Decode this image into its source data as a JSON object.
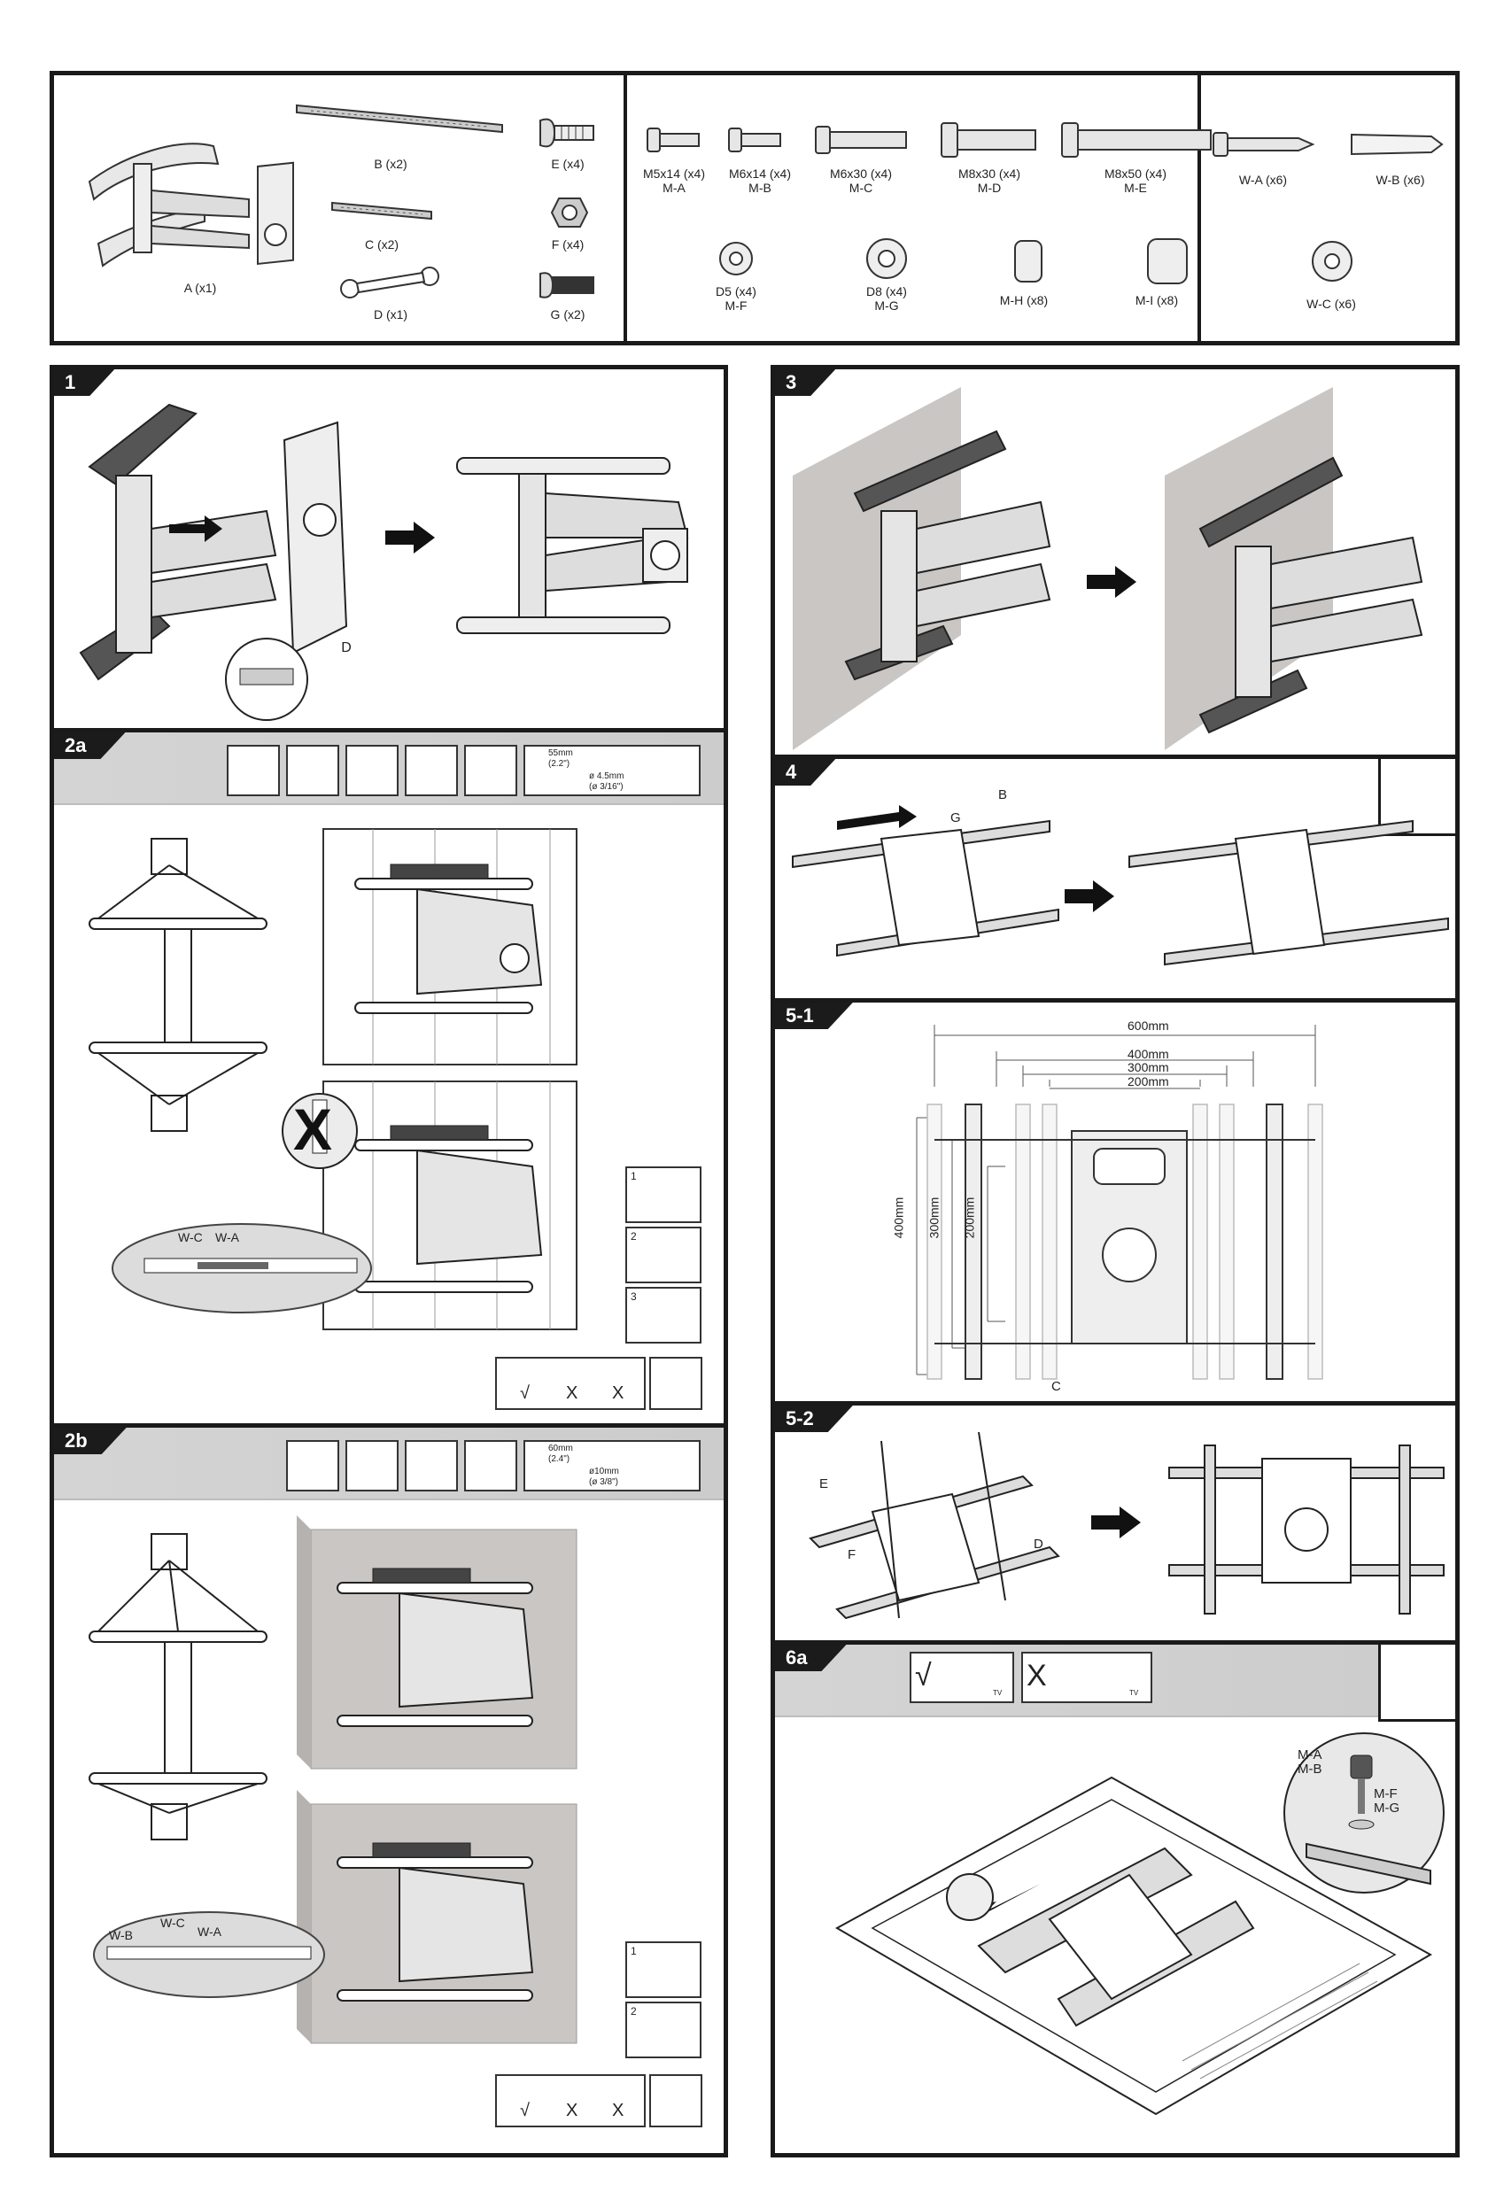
{
  "parts": {
    "A": "A (x1)",
    "B": "B (x2)",
    "C": "C (x2)",
    "D": "D (x1)",
    "E": "E (x4)",
    "F": "F (x4)",
    "G": "G (x2)",
    "M5x14": "M5x14 (x4)",
    "MA": "M-A",
    "M6x14": "M6x14 (x4)",
    "MB": "M-B",
    "M6x30": "M6x30 (x4)",
    "MC": "M-C",
    "M8x30": "M8x30 (x4)",
    "MD": "M-D",
    "M8x50": "M8x50 (x4)",
    "ME": "M-E",
    "D5": "D5 (x4)",
    "MF": "M-F",
    "D8": "D8 (x4)",
    "MG": "M-G",
    "MH": "M-H (x8)",
    "MI": "M-I (x8)",
    "WA": "W-A (x6)",
    "WB": "W-B (x6)",
    "WC": "W-C (x6)"
  },
  "steps": {
    "s1": "1",
    "s2a": "2a",
    "s2b": "2b",
    "s3": "3",
    "s4": "4",
    "s51": "5-1",
    "s52": "5-2",
    "s6a": "6a"
  },
  "labels": {
    "D": "D",
    "B": "B",
    "G": "G",
    "C": "C",
    "E": "E",
    "F": "F",
    "WA": "W-A",
    "WB": "W-B",
    "WC": "W-C",
    "MA": "M-A",
    "MB": "M-B",
    "MF": "M-F",
    "MG": "M-G",
    "X": "X",
    "n1": "1",
    "n2": "2",
    "n3": "3"
  },
  "drill2a": {
    "depth": "55mm",
    "depth_in": "(2.2\")",
    "bit": "ø 4.5mm",
    "bit_in": "(ø 3/16\")"
  },
  "drill2b": {
    "depth": "60mm",
    "depth_in": "(2.4\")",
    "bit": "ø10mm",
    "bit_in": "(ø 3/8\")"
  },
  "level": {
    "ok": "√",
    "bad1": "X",
    "bad2": "X"
  },
  "dims": {
    "w600": "600mm",
    "w400": "400mm",
    "w300": "300mm",
    "w200": "200mm",
    "h400": "400mm",
    "h300": "300mm",
    "h200": "200mm"
  },
  "check6a": {
    "ok": "√",
    "bad": "X",
    "tv": "TV"
  },
  "colors": {
    "frame": "#1a1a1a",
    "header": "#d0d0d0",
    "wall": "#c9c6c4"
  }
}
